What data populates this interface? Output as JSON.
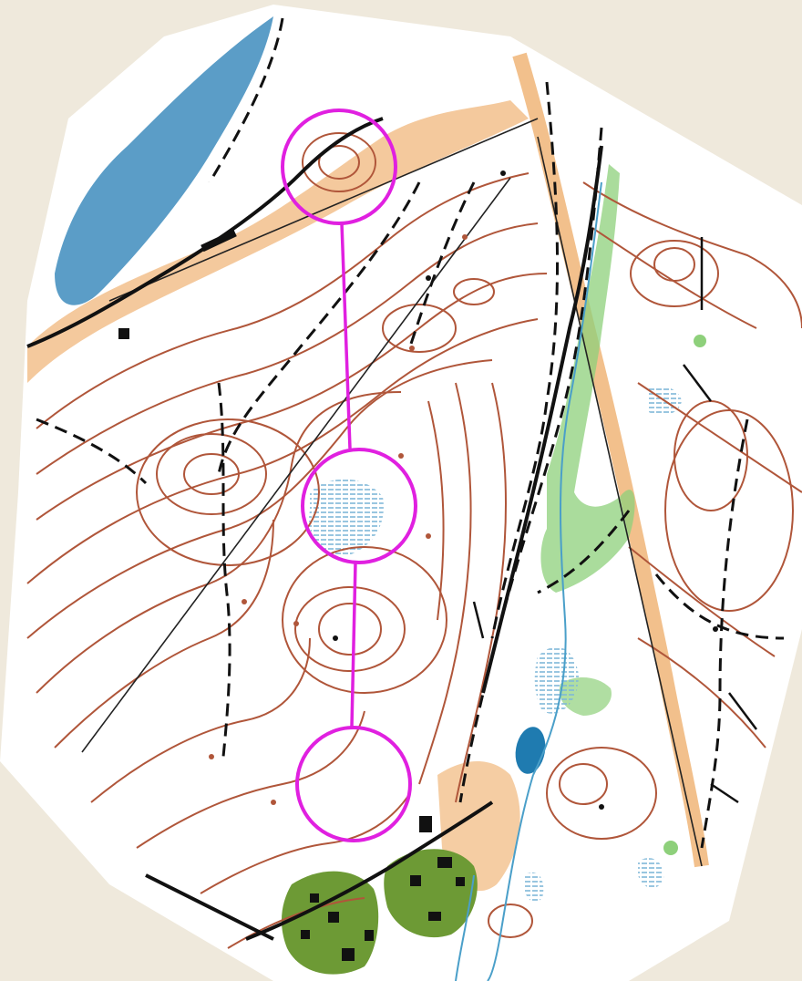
{
  "map": {
    "type": "orienteering-map",
    "colors": {
      "background_outside": "#efe9dc",
      "paper": "#ffffff",
      "contour": "#b0563a",
      "water": "#5b9dc7",
      "marsh": "#7fb8d8",
      "green": "#8ed07b",
      "dark_green": "#6d9a35",
      "open_land": "#f2c08c",
      "path": "#111111",
      "course": "#e020e0",
      "building": "#111111"
    },
    "course": {
      "control_count": 3,
      "leg_count": 2
    },
    "features": [
      "lake",
      "pond",
      "marsh",
      "vegetation",
      "buildings",
      "paths",
      "power-lines",
      "contours"
    ]
  }
}
